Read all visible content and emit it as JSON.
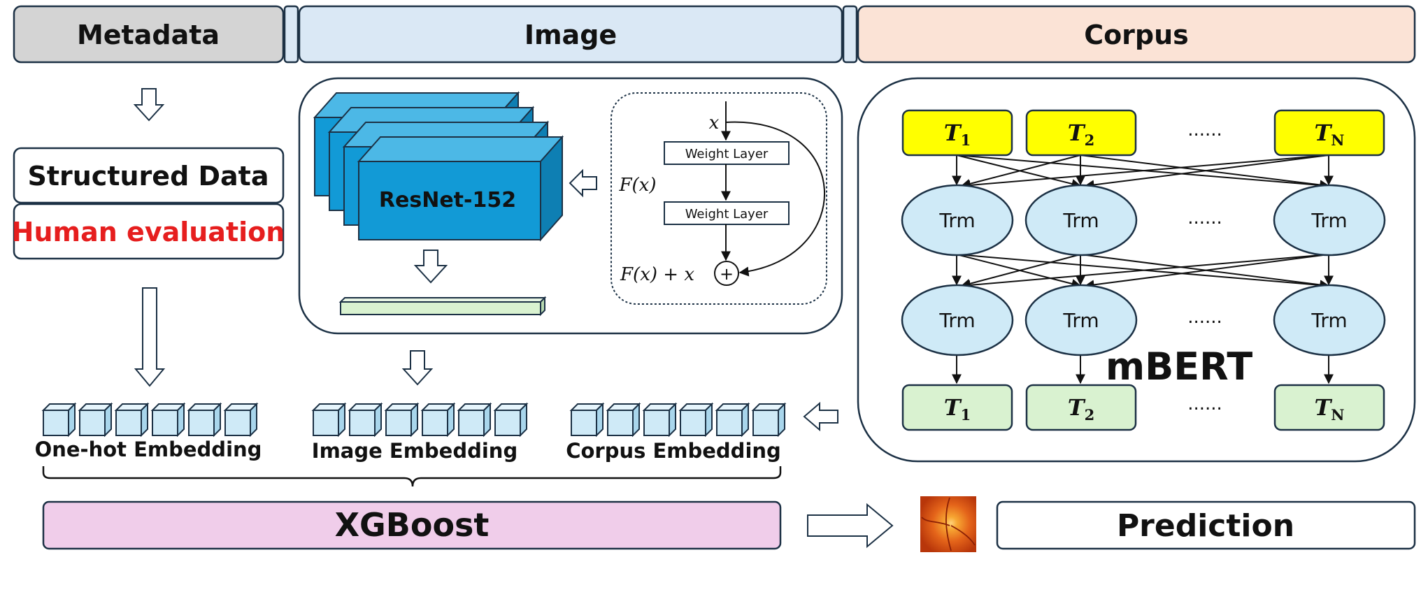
{
  "headers": {
    "metadata": "Metadata",
    "image": "Image",
    "corpus": "Corpus"
  },
  "metadata": {
    "structured_data": "Structured Data",
    "human_evaluation": "Human evaluation"
  },
  "image": {
    "resnet_label": "ResNet-152",
    "residual": {
      "x": "x",
      "fx": "F(x)",
      "fx_plus_x": "F(x) + x",
      "weight_layer_1": "Weight Layer",
      "weight_layer_2": "Weight Layer",
      "plus": "+"
    }
  },
  "corpus": {
    "model_label": "mBERT",
    "input_tokens": [
      {
        "base": "T",
        "sub": "1"
      },
      {
        "base": "T",
        "sub": "2"
      },
      {
        "base": "T",
        "sub": "N"
      }
    ],
    "output_tokens": [
      {
        "base": "T",
        "sub": "1"
      },
      {
        "base": "T",
        "sub": "2"
      },
      {
        "base": "T",
        "sub": "N"
      }
    ],
    "trm_label": "Trm",
    "ellipsis": "......"
  },
  "embeddings": {
    "onehot": "One-hot Embedding",
    "image": "Image Embedding",
    "corpus": "Corpus Embedding"
  },
  "bottom": {
    "xgboost": "XGBoost",
    "prediction": "Prediction"
  },
  "colors": {
    "metadata_header": "#d4d4d4",
    "image_header": "#dae8f5",
    "corpus_header": "#fbe3d6",
    "token_input": "#ffff00",
    "token_output": "#d9f2d0",
    "trm": "#cfeaf7",
    "resnet": "#129ad6",
    "xgboost": "#f0cdea",
    "human_eval_text": "#e61e1e",
    "outline": "#1c3145"
  }
}
